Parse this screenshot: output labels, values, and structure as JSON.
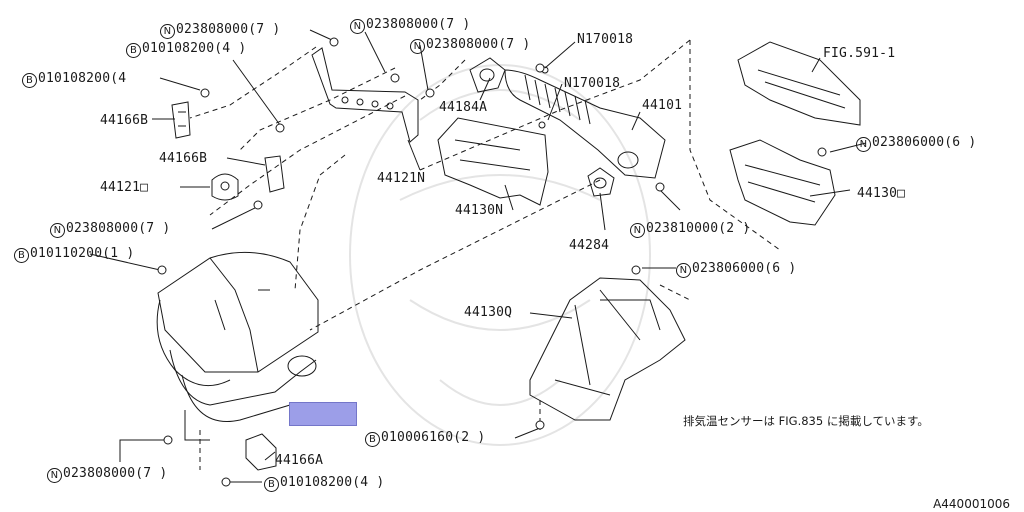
{
  "labels": {
    "l01": {
      "prefix": "N",
      "text": "023808000(7 )"
    },
    "l02": {
      "prefix": "N",
      "text": "023808000(7 )"
    },
    "l03": {
      "prefix": "B",
      "text": "010108200(4 )"
    },
    "l04": {
      "prefix": "N",
      "text": "023808000(7 )"
    },
    "l05": {
      "prefix": "",
      "text": "N170018"
    },
    "l06": {
      "prefix": "",
      "text": "FIG.591-1"
    },
    "l07": {
      "prefix": "B",
      "text": "010108200(4"
    },
    "l08": {
      "prefix": "",
      "text": "N170018"
    },
    "l09": {
      "prefix": "",
      "text": "44166B"
    },
    "l10": {
      "prefix": "",
      "text": "44184A"
    },
    "l11": {
      "prefix": "",
      "text": "44101"
    },
    "l12": {
      "prefix": "",
      "text": "44166B"
    },
    "l13": {
      "prefix": "N",
      "text": "023806000(6 )"
    },
    "l14": {
      "prefix": "",
      "text": "44121□"
    },
    "l15": {
      "prefix": "",
      "text": "44121N"
    },
    "l16": {
      "prefix": "",
      "text": "44130□"
    },
    "l17": {
      "prefix": "",
      "text": "44130N"
    },
    "l18": {
      "prefix": "N",
      "text": "023808000(7 )"
    },
    "l19": {
      "prefix": "N",
      "text": "023810000(2 )"
    },
    "l20": {
      "prefix": "",
      "text": "44284"
    },
    "l21": {
      "prefix": "B",
      "text": "010110200(1 )"
    },
    "l22": {
      "prefix": "N",
      "text": "023806000(6 )"
    },
    "l23": {
      "prefix": "",
      "text": "44130Q"
    },
    "l24": {
      "prefix": "B",
      "text": "010006160(2 )"
    },
    "l25": {
      "prefix": "N",
      "text": "023808000(7 )"
    },
    "l26": {
      "prefix": "",
      "text": "44166A"
    },
    "l27": {
      "prefix": "B",
      "text": "010108200(4 )"
    }
  },
  "note": "排気温センサーは FIG.835 に掲載しています。",
  "figure_id": "A440001006",
  "highlight_color": "#9c9ee8"
}
